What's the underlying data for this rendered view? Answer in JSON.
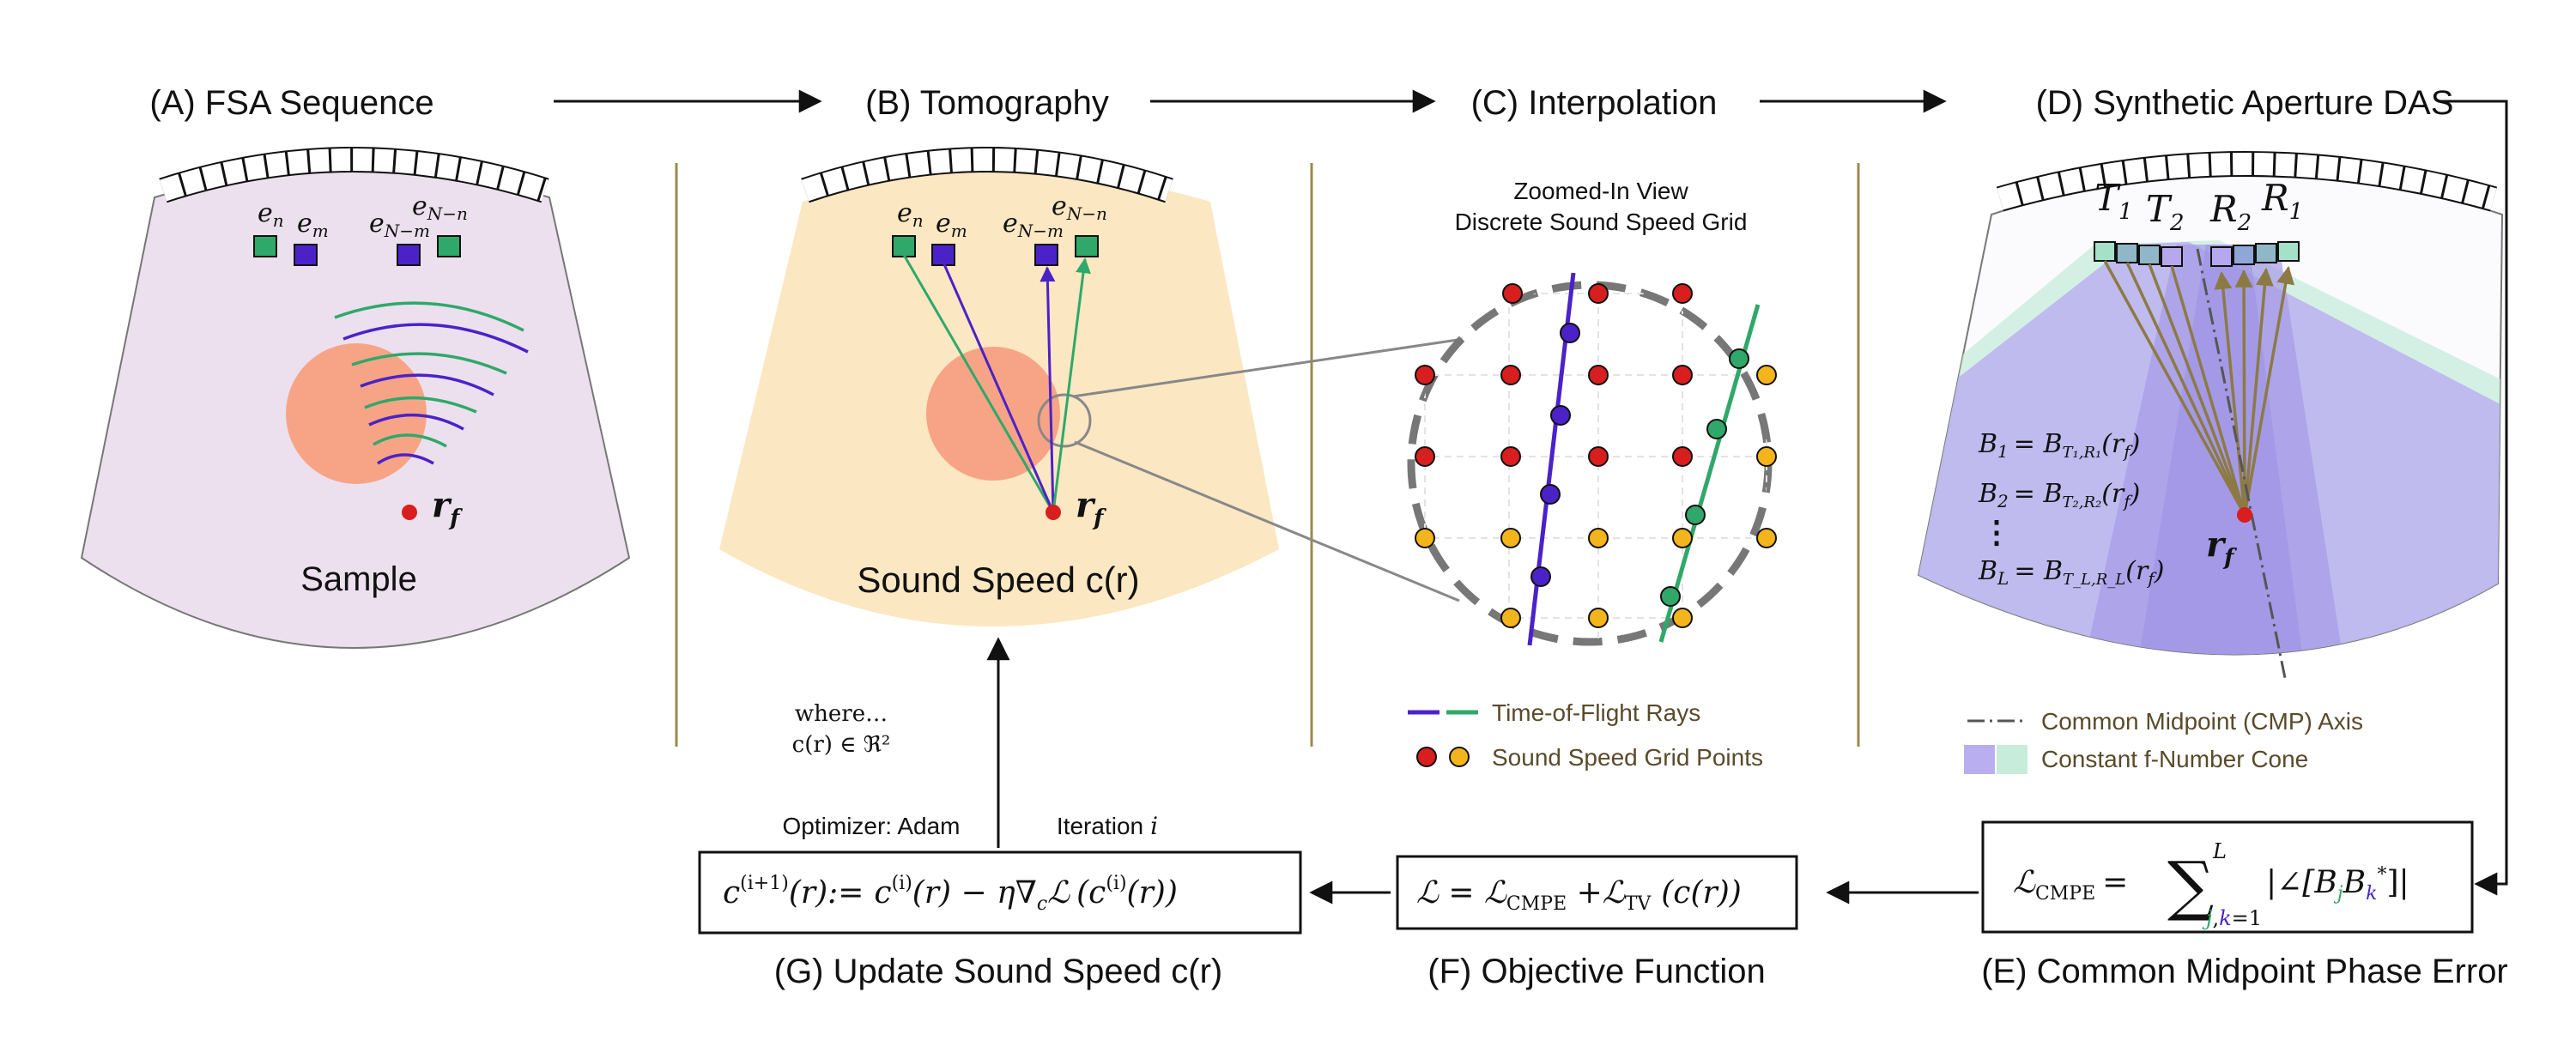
{
  "colors": {
    "accent_green": "#2fa86a",
    "accent_purple": "#4b22c8",
    "point_red": "#d81e1e",
    "point_yellow": "#f3b51b",
    "lesion": "#f7a486",
    "sample_bg": "#ece0ee",
    "tomo_bg": "#fbe7c2",
    "divider": "#9b8a4e",
    "cone_purple": "#b9aef0",
    "cone_green": "#c7ecdc",
    "das_bg": "#c4c2e6"
  },
  "panels": {
    "a": {
      "title": "(A) FSA Sequence",
      "sample_label": "Sample",
      "focus": "r",
      "focus_sub": "f",
      "elements": [
        "e",
        "e",
        "e",
        "e"
      ],
      "element_subs": [
        "n",
        "m",
        "N−m",
        "N−n"
      ]
    },
    "b": {
      "title": "(B) Tomography",
      "label": "Sound Speed c(r)",
      "focus": "r",
      "focus_sub": "f",
      "elements": [
        "e",
        "e",
        "e",
        "e"
      ],
      "element_subs": [
        "n",
        "m",
        "N−m",
        "N−n"
      ],
      "where_line1": "where…",
      "where_line2": "c(r) ∈ ℜ²"
    },
    "c": {
      "title": "(C) Interpolation",
      "zoom_line1": "Zoomed-In View",
      "zoom_line2": "Discrete Sound Speed Grid",
      "legend_rays": "Time-of-Flight Rays",
      "legend_points": "Sound Speed Grid Points"
    },
    "d": {
      "title": "(D) Synthetic Aperture DAS",
      "t1": "T",
      "t1_sub": "1",
      "t2": "T",
      "t2_sub": "2",
      "r2": "R",
      "r2_sub": "2",
      "r1": "R",
      "r1_sub": "1",
      "b1_lhs": "B",
      "b1_lhs_sub": "1",
      "b1_rhs": "= B",
      "b1_rhs_sub": "T₁,R₁",
      "b1_arg": "(r",
      "b2_lhs": "B",
      "b2_lhs_sub": "2",
      "b2_rhs": "= B",
      "b2_rhs_sub": "T₂,R₂",
      "b2_arg": "(r",
      "bl_lhs": "B",
      "bl_lhs_sub": "L",
      "bl_rhs": "= B",
      "bl_rhs_sub": "T_L,R_L",
      "bl_arg": "(r",
      "arg_close": ")",
      "dots": "⋮",
      "focus": "r",
      "focus_sub": "f",
      "legend_cmp": "Common Midpoint (CMP) Axis",
      "legend_cone": "Constant f-Number Cone"
    },
    "e": {
      "title": "(E) Common Midpoint Phase Error",
      "lhs": "ℒ",
      "lhs_sub": "CMPE",
      "eq": "=",
      "sum": "∑",
      "sum_top": "L",
      "sum_bot_j": "j",
      "sum_bot_k": "k",
      "sum_bot_rest": "=1",
      "body_pre": "|∠[B",
      "body_j": "j",
      "body_mid": "B",
      "body_k": "k",
      "body_star": "*",
      "body_post": "]|"
    },
    "f": {
      "title": "(F) Objective Function",
      "formula": "ℒ = ℒCMPE + ℒTV ( c(r) )",
      "p1": "ℒ = ℒ",
      "p1_sub": "CMPE",
      "p2": " +ℒ",
      "p2_sub": "TV",
      "p3": "(c(r))"
    },
    "g": {
      "title": "(G) Update Sound Speed c(r)",
      "lhs": "c",
      "lhs_sup": "(i+1)",
      "lhs_arg": "(r):=",
      "rhs1": "c",
      "rhs1_sup": "(i)",
      "rhs1_arg": "(r) − η∇",
      "rhs1_sub": "c",
      "rhs2": "ℒ",
      "rhs2_arg1": "(",
      "rhs2_c": "c",
      "rhs2_sup": "(i)",
      "rhs2_arg2": "(r))",
      "optimizer": "Optimizer: Adam",
      "iteration": "Iteration",
      "iteration_var": "i"
    }
  }
}
